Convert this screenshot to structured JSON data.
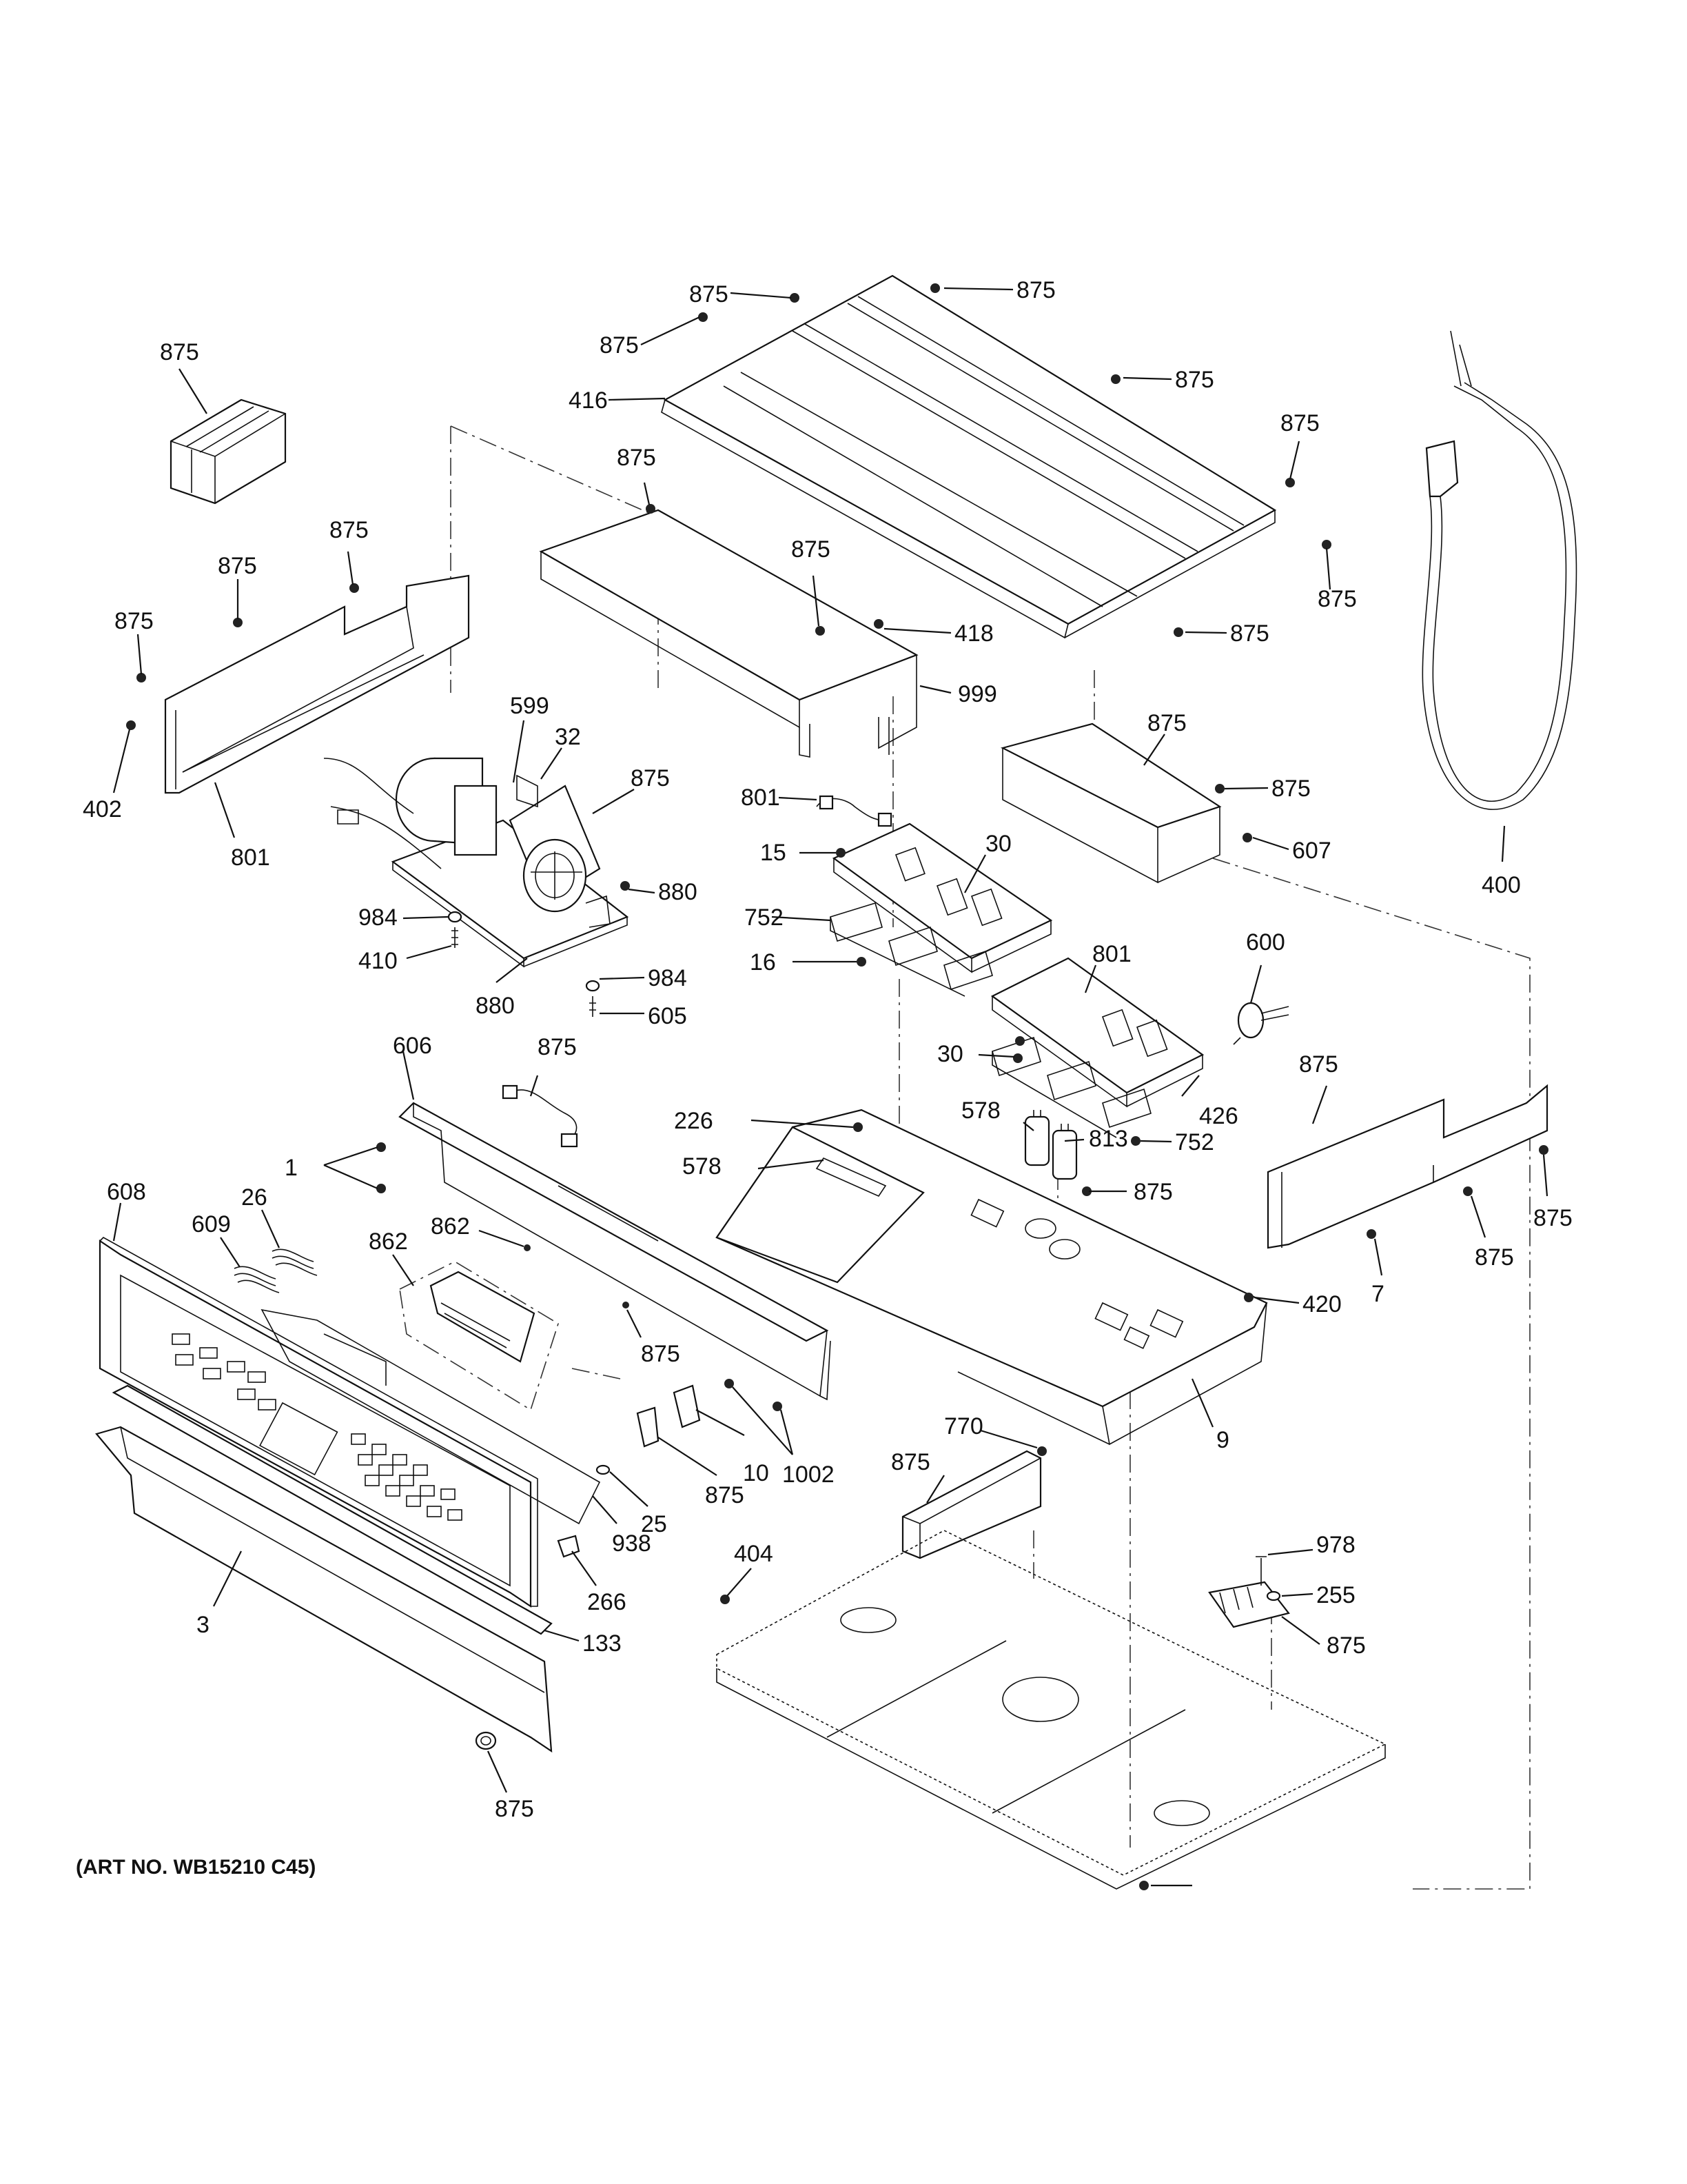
{
  "caption": "(ART NO. WB15210 C45)",
  "callouts": [
    {
      "id": "c1",
      "text": "875"
    },
    {
      "id": "c2",
      "text": "875"
    },
    {
      "id": "c3",
      "text": "875"
    },
    {
      "id": "c4",
      "text": "416"
    },
    {
      "id": "c5",
      "text": "875"
    },
    {
      "id": "c6",
      "text": "875"
    },
    {
      "id": "c7",
      "text": "875"
    },
    {
      "id": "c8",
      "text": "875"
    },
    {
      "id": "c9",
      "text": "875"
    },
    {
      "id": "c10",
      "text": "875"
    },
    {
      "id": "c11",
      "text": "418"
    },
    {
      "id": "c12",
      "text": "999"
    },
    {
      "id": "c13",
      "text": "875"
    },
    {
      "id": "c14",
      "text": "875"
    },
    {
      "id": "c15",
      "text": "875"
    },
    {
      "id": "c16",
      "text": "875"
    },
    {
      "id": "c17",
      "text": "402"
    },
    {
      "id": "c18",
      "text": "801"
    },
    {
      "id": "c19",
      "text": "599"
    },
    {
      "id": "c20",
      "text": "32"
    },
    {
      "id": "c21",
      "text": "875"
    },
    {
      "id": "c22",
      "text": "880"
    },
    {
      "id": "c23",
      "text": "984"
    },
    {
      "id": "c24",
      "text": "410"
    },
    {
      "id": "c25",
      "text": "880"
    },
    {
      "id": "c26",
      "text": "984"
    },
    {
      "id": "c27",
      "text": "605"
    },
    {
      "id": "c28",
      "text": "801"
    },
    {
      "id": "c29",
      "text": "15"
    },
    {
      "id": "c30",
      "text": "30"
    },
    {
      "id": "c31",
      "text": "752"
    },
    {
      "id": "c32",
      "text": "16"
    },
    {
      "id": "c33",
      "text": "801"
    },
    {
      "id": "c34",
      "text": "752"
    },
    {
      "id": "c35",
      "text": "30"
    },
    {
      "id": "c36",
      "text": "426"
    },
    {
      "id": "c37",
      "text": "875"
    },
    {
      "id": "c38",
      "text": "875"
    },
    {
      "id": "c39",
      "text": "607"
    },
    {
      "id": "c40",
      "text": "600"
    },
    {
      "id": "c41",
      "text": "400"
    },
    {
      "id": "c42",
      "text": "875"
    },
    {
      "id": "c43",
      "text": "875"
    },
    {
      "id": "c44",
      "text": "875"
    },
    {
      "id": "c45",
      "text": "7"
    },
    {
      "id": "c46",
      "text": "606"
    },
    {
      "id": "c47",
      "text": "875"
    },
    {
      "id": "c48",
      "text": "1"
    },
    {
      "id": "c49",
      "text": "608"
    },
    {
      "id": "c50",
      "text": "609"
    },
    {
      "id": "c51",
      "text": "26"
    },
    {
      "id": "c52",
      "text": "862"
    },
    {
      "id": "c53",
      "text": "862"
    },
    {
      "id": "c54",
      "text": "875"
    },
    {
      "id": "c55",
      "text": "226"
    },
    {
      "id": "c56",
      "text": "578"
    },
    {
      "id": "c57",
      "text": "578"
    },
    {
      "id": "c58",
      "text": "813"
    },
    {
      "id": "c59",
      "text": "875"
    },
    {
      "id": "c60",
      "text": "420"
    },
    {
      "id": "c61",
      "text": "9"
    },
    {
      "id": "c62",
      "text": "10"
    },
    {
      "id": "c63",
      "text": "875"
    },
    {
      "id": "c64",
      "text": "1002"
    },
    {
      "id": "c65",
      "text": "25"
    },
    {
      "id": "c66",
      "text": "938"
    },
    {
      "id": "c67",
      "text": "266"
    },
    {
      "id": "c68",
      "text": "3"
    },
    {
      "id": "c69",
      "text": "133"
    },
    {
      "id": "c70",
      "text": "875"
    },
    {
      "id": "c71",
      "text": "404"
    },
    {
      "id": "c72",
      "text": "875"
    },
    {
      "id": "c73",
      "text": "770"
    },
    {
      "id": "c74",
      "text": "978"
    },
    {
      "id": "c75",
      "text": "255"
    },
    {
      "id": "c76",
      "text": "875"
    }
  ]
}
